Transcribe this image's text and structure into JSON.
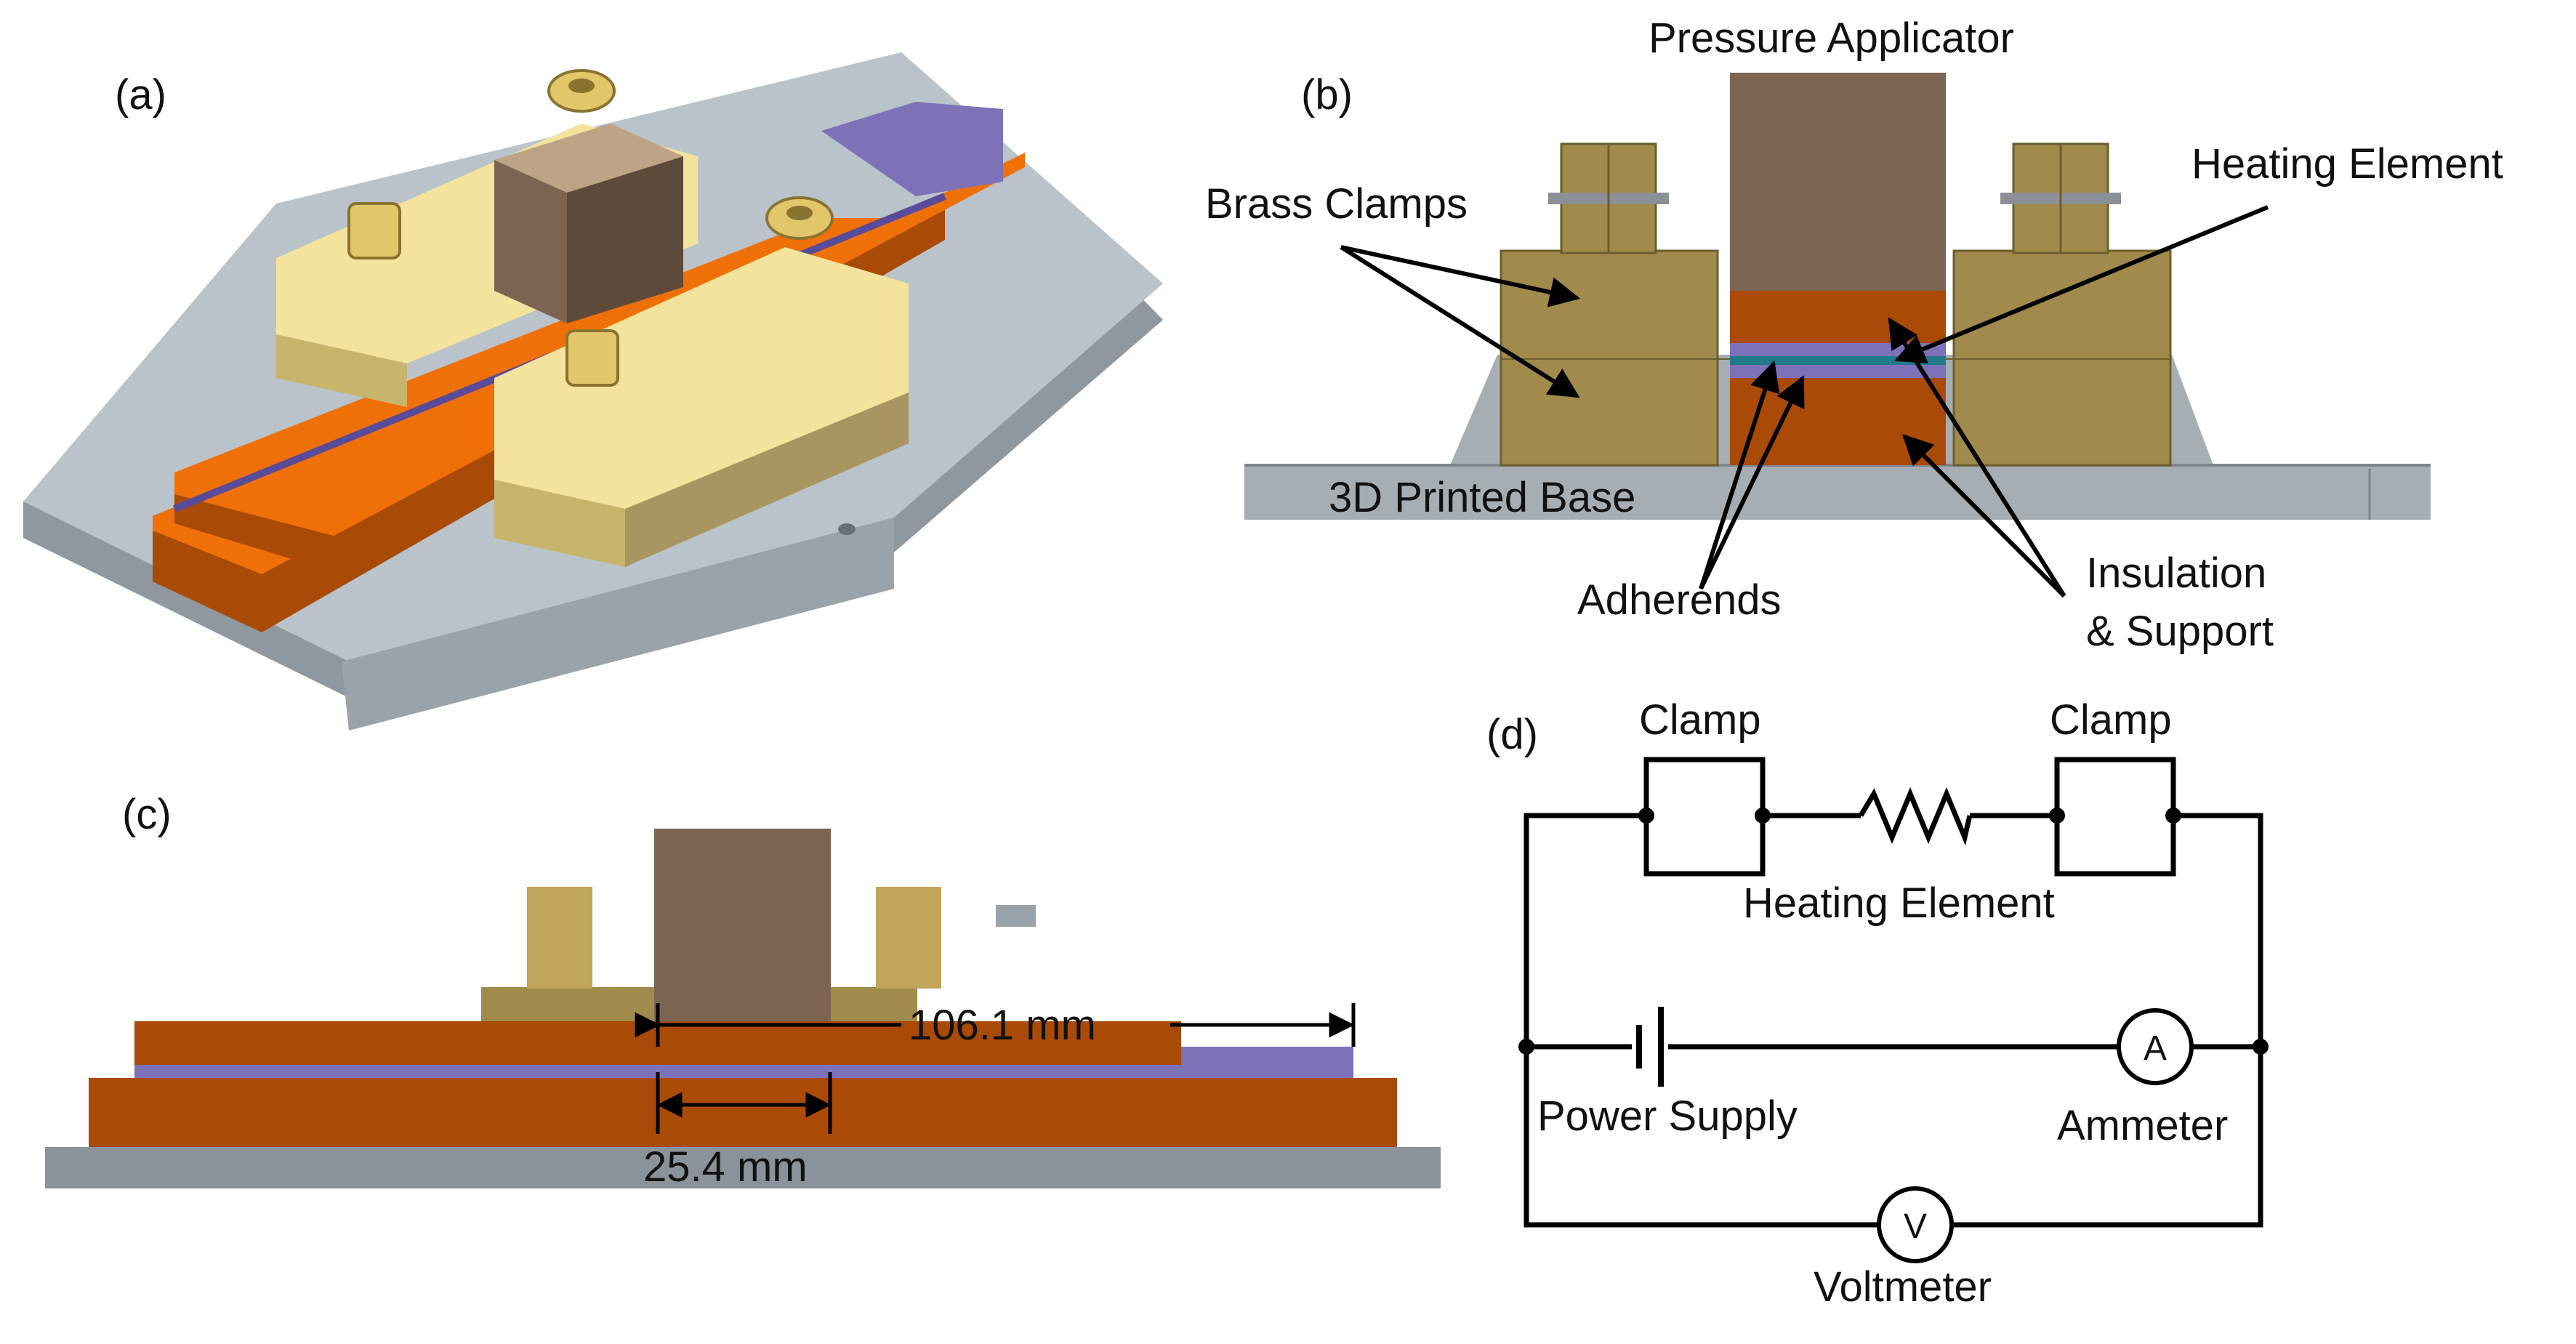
{
  "panels": {
    "a": {
      "label": "(a)"
    },
    "b": {
      "label": "(b)",
      "pressure_applicator": "Pressure Applicator",
      "heating_element": "Heating Element",
      "brass_clamps": "Brass Clamps",
      "base": "3D Printed Base",
      "adherends": "Adherends",
      "insulation_line1": "Insulation",
      "insulation_line2": "& Support"
    },
    "c": {
      "label": "(c)",
      "dim_long": "106.1 mm",
      "dim_short": "25.4 mm"
    },
    "d": {
      "label": "(d)",
      "clamp_left": "Clamp",
      "clamp_right": "Clamp",
      "heating_element": "Heating Element",
      "power_supply": "Power Supply",
      "ammeter": "Ammeter",
      "ammeter_symbol": "A",
      "voltmeter": "Voltmeter",
      "voltmeter_symbol": "V"
    }
  },
  "colors": {
    "brass": "#a08a4c",
    "brass_light": "#f4e39c",
    "copper": "#a94a06",
    "copper_bright": "#f07008",
    "adhesive": "#7d72b8",
    "applicator": "#7b6452",
    "base_gray": "#8a9399",
    "base_light": "#b8c2c8"
  }
}
